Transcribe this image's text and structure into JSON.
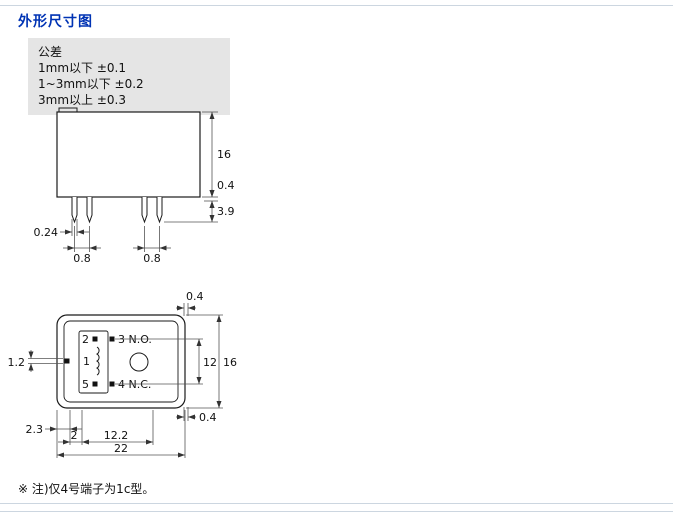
{
  "page": {
    "title": "外形尺寸图",
    "note": "※ 注)仅4号端子为1c型。"
  },
  "tolerance": {
    "heading": "公差",
    "rows": [
      "1mm以下 ±0.1",
      "1~3mm以下 ±0.2",
      "3mm以上 ±0.3"
    ]
  },
  "side_view": {
    "dim_height": "16",
    "dim_standoff": "0.4",
    "dim_pin_length": "3.9",
    "dim_pin_thickness": "0.24",
    "dim_pin_width_left": "0.8",
    "dim_pin_width_right": "0.8"
  },
  "bottom_view": {
    "pin2": "2",
    "pin3": "3 N.O.",
    "pin1": "1",
    "pin5": "5",
    "pin4": "4 N.C.",
    "dim_top": "0.4",
    "dim_left": "1.2",
    "dim_inner_height": "12",
    "dim_outer_height": "16",
    "dim_bottom_right": "0.4",
    "dim_edge_offset": "2.3",
    "dim_pin_offset": "2",
    "dim_pin_span": "12.2",
    "dim_width": "22"
  },
  "colors": {
    "title_blue": "#0033b4",
    "tolerance_bg": "#e5e5e5",
    "rule_gray": "#ccd6e0",
    "line_black": "#1a1a1a",
    "dim_gray": "#555555"
  }
}
